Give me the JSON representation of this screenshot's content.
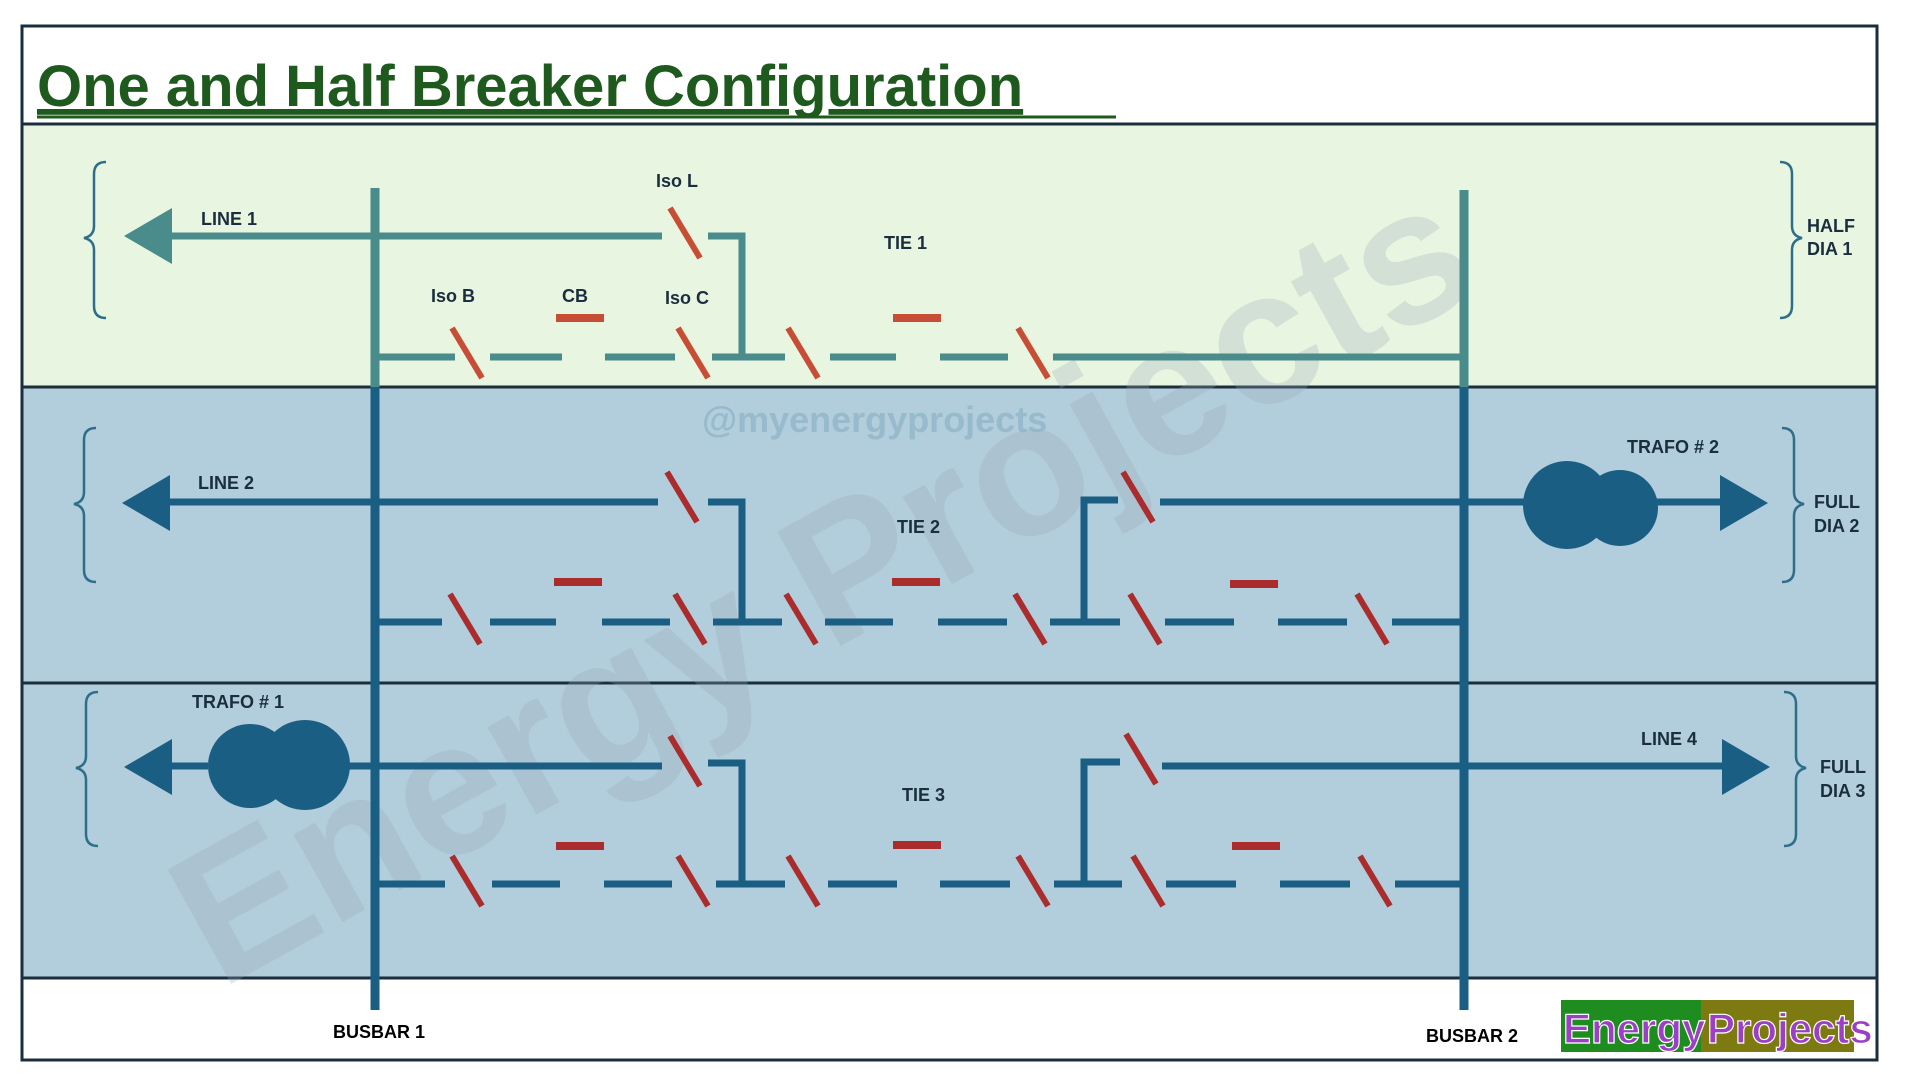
{
  "title": "One and Half Breaker Configuration",
  "watermark": {
    "main": "Energy Projects",
    "handle": "@myenergyprojects"
  },
  "busbars": {
    "left": "BUSBAR 1",
    "right": "BUSBAR 2"
  },
  "rows": [
    {
      "bay_label": [
        "HALF",
        "DIA 1"
      ],
      "tie": "TIE 1",
      "left_feeder": "LINE 1",
      "labels": {
        "iso_l": "Iso L",
        "iso_b": "Iso B",
        "cb": "CB",
        "iso_c": "Iso C"
      }
    },
    {
      "bay_label": [
        "FULL",
        "DIA 2"
      ],
      "tie": "TIE 2",
      "left_feeder": "LINE 2",
      "right_feeder": "TRAFO # 2"
    },
    {
      "bay_label": [
        "FULL",
        "DIA 3"
      ],
      "tie": "TIE 3",
      "left_feeder": "TRAFO # 1",
      "right_feeder": "LINE 4"
    }
  ],
  "logo": {
    "part1": "Energy",
    "part2": "Projects"
  },
  "colors": {
    "title": "#1e5a1e",
    "row1_bg": "#e8f5e1",
    "row_bg": "#b2cddb",
    "line_row1": "#4a8c8c",
    "line": "#1b5e83",
    "switch_row1": "#c84d35",
    "switch": "#ab2c2c",
    "logo_green": "#1f8c1f",
    "logo_olive": "#7d7a12",
    "logo_text": "#9b3fc4"
  }
}
